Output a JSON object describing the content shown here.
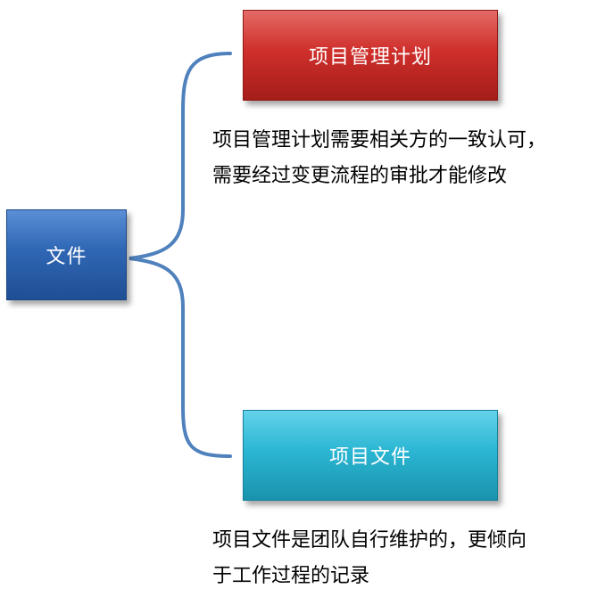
{
  "root": {
    "label": "文件"
  },
  "branches": [
    {
      "label": "项目管理计划",
      "description_lines": [
        "项目管理计划需要相关方的一致认可，",
        "需要经过变更流程的审批才能修改"
      ]
    },
    {
      "label": "项目文件",
      "description_lines": [
        "项目文件是团队自行维护的，更倾向",
        "于工作过程的记录"
      ]
    }
  ],
  "colors": {
    "root_box": "#2f66b4",
    "plan_box": "#cf2f2b",
    "docs_box": "#2bb6d3",
    "connector": "#4f81bd"
  }
}
